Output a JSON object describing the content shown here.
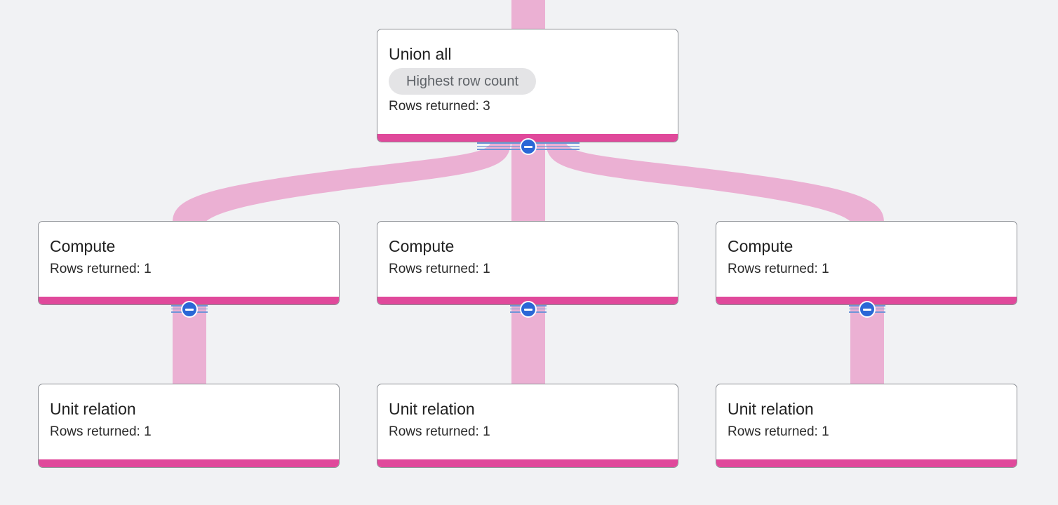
{
  "colors": {
    "flow": "#ebb0d3",
    "accent_bar": "#e0499b",
    "collapse_button": "#2a67d6",
    "badge_bg": "#e4e4e6",
    "background": "#f1f2f4"
  },
  "nodes": {
    "union_all": {
      "title": "Union all",
      "badge": "Highest row count",
      "rows": "Rows returned: 3"
    },
    "compute_left": {
      "title": "Compute",
      "rows": "Rows returned: 1"
    },
    "compute_center": {
      "title": "Compute",
      "rows": "Rows returned: 1"
    },
    "compute_right": {
      "title": "Compute",
      "rows": "Rows returned: 1"
    },
    "unit_left": {
      "title": "Unit relation",
      "rows": "Rows returned: 1"
    },
    "unit_center": {
      "title": "Unit relation",
      "rows": "Rows returned: 1"
    },
    "unit_right": {
      "title": "Unit relation",
      "rows": "Rows returned: 1"
    }
  },
  "icons": {
    "collapse": "minus-circle-icon"
  }
}
